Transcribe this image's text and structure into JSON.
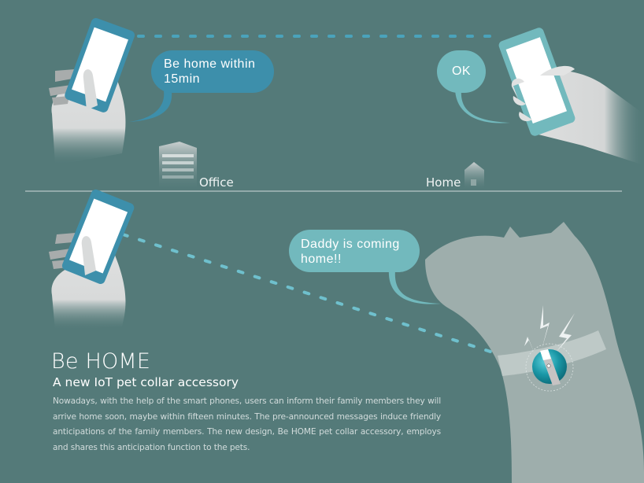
{
  "scene": {
    "background_color": "#547a79",
    "accent_colors": {
      "sender_blue": "#3d8fab",
      "receiver_teal": "#72b9bd",
      "hand_gray": "#dadcdc",
      "dog_gray": "#9eaeac",
      "collar_device": "#1e9aa8"
    }
  },
  "top_panel": {
    "sender_bubble": {
      "text": "Be home within 15min"
    },
    "receiver_bubble": {
      "text": "OK"
    },
    "locations": {
      "office_label": "Office",
      "home_label": "Home"
    }
  },
  "bottom_panel": {
    "dog_bubble": {
      "text": "Daddy is coming home!!"
    }
  },
  "caption": {
    "title": "Be HOME",
    "subtitle": "A new IoT pet collar accessory",
    "description": "Nowadays, with the help of the smart phones, users can inform their family members they will arrive home soon, maybe within fifteen minutes. The pre-announced messages induce friendly anticipations of the family members. The new design, Be HOME pet collar accessory, employs and shares this anticipation function to the pets."
  }
}
